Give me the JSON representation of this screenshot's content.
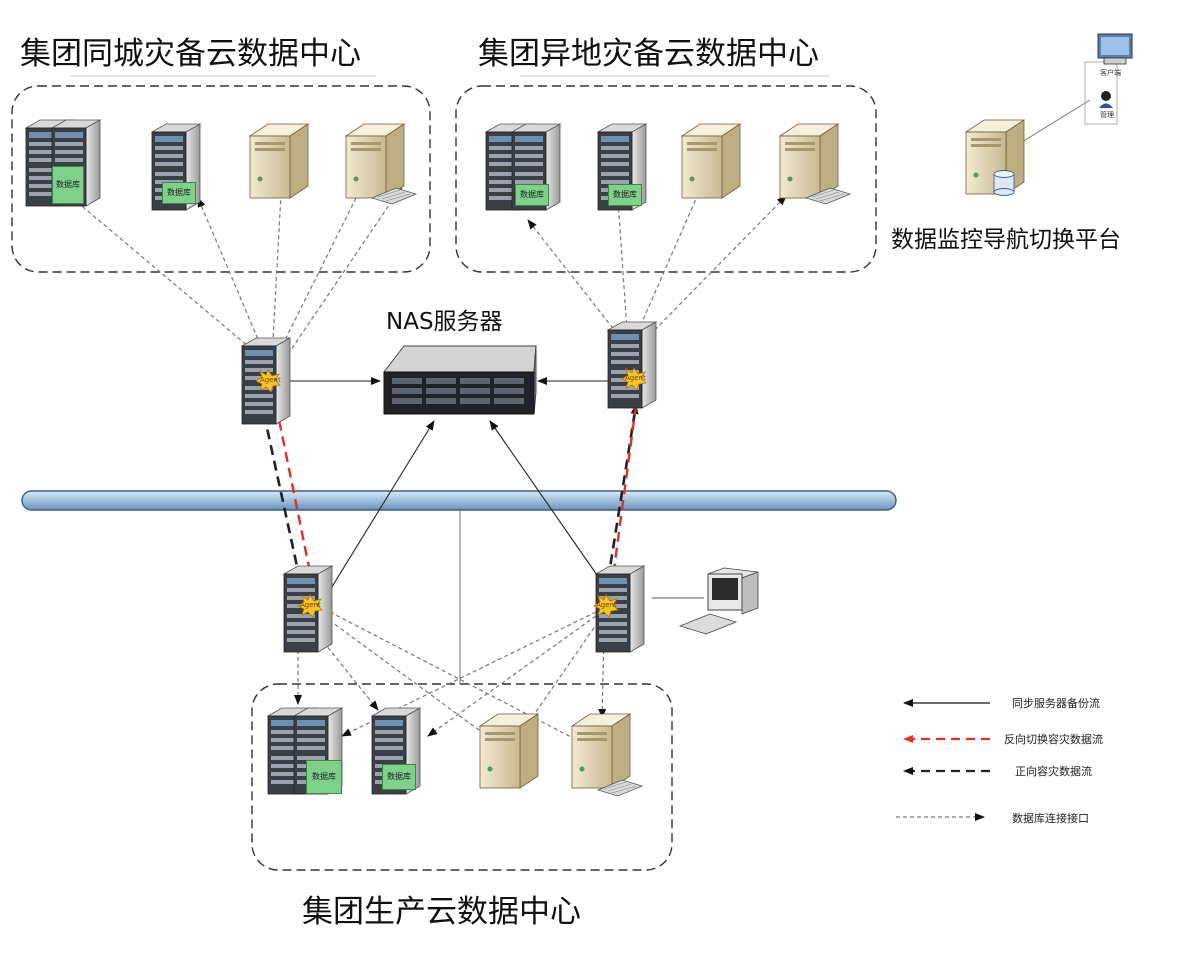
{
  "titles": {
    "same_city": "集团同城灾备云数据中心",
    "remote": "集团异地灾备云数据中心",
    "production": "集团生产云数据中心",
    "nas": "NAS服务器",
    "monitor": "数据监控导航切换平台"
  },
  "labels": {
    "db": "数据库",
    "agent": "Agent",
    "client": "客户端",
    "user": "管理"
  },
  "legend": [
    {
      "label": "同步服务器备份流",
      "style": "solid-black"
    },
    {
      "label": "反向切换容灾数据流",
      "style": "dashed-red"
    },
    {
      "label": "正向容灾数据流",
      "style": "dashed-black"
    },
    {
      "label": "数据库连接接口",
      "style": "dotted-gray"
    }
  ],
  "colors": {
    "reverse_flow": "#e0302a",
    "forward_flow": "#222222",
    "db_link": "#777777",
    "network_bus": "#9fbfdd",
    "db_tag": "#7fd08a"
  }
}
